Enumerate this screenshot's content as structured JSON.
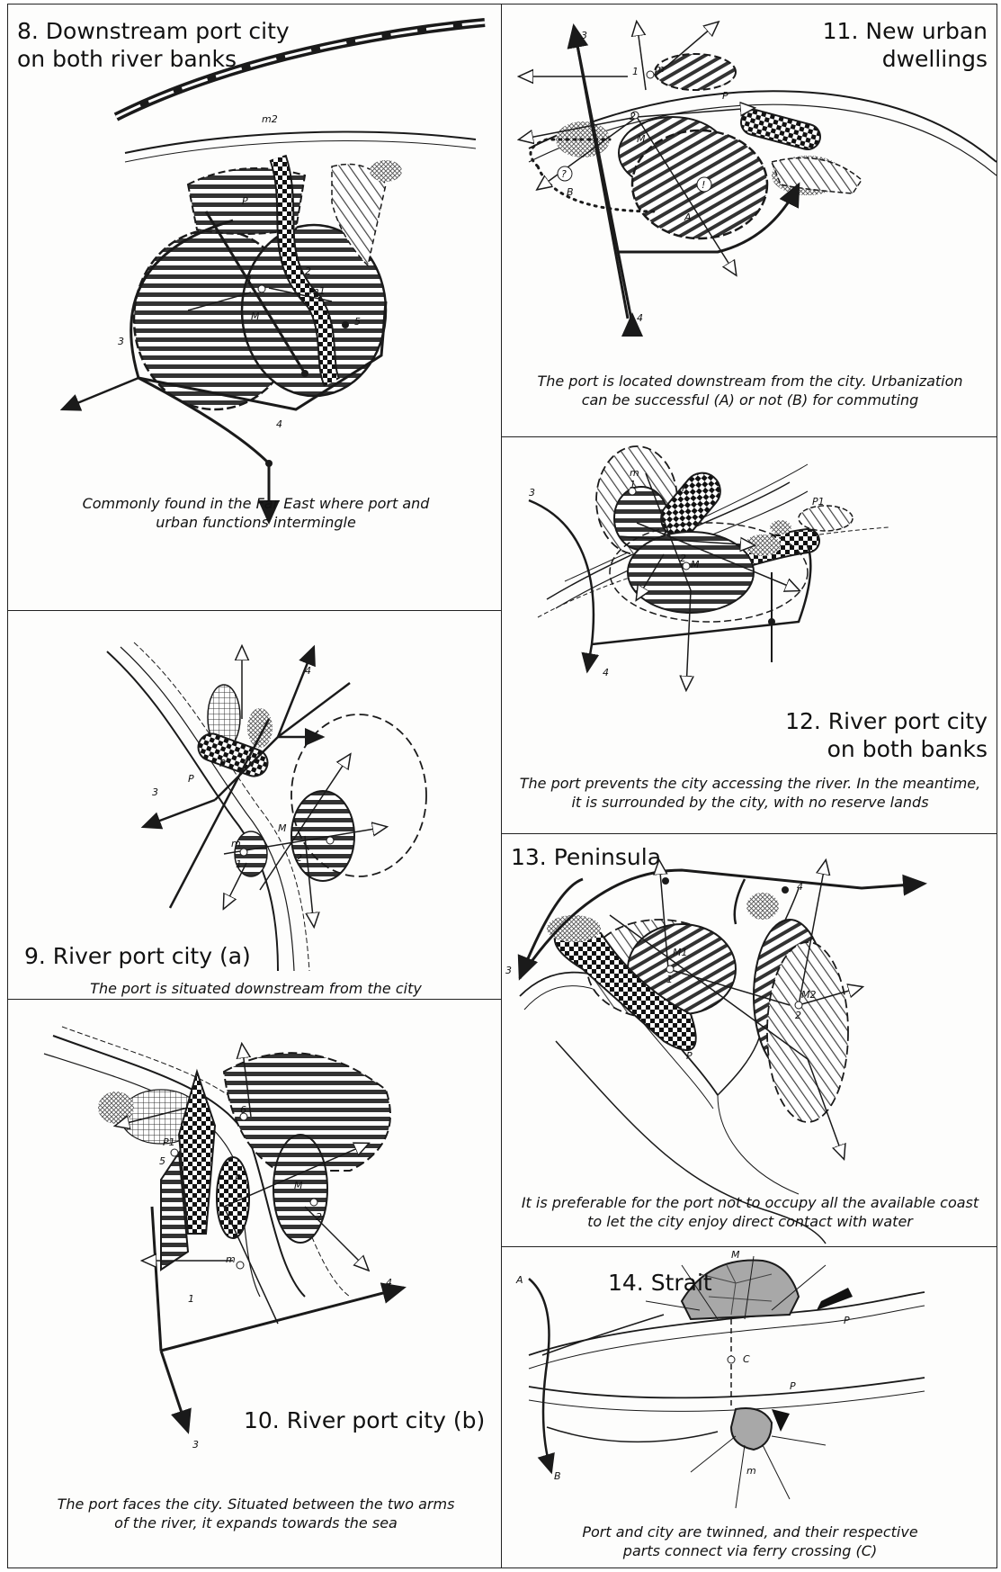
{
  "panels": {
    "p8": {
      "title": "8. Downstream port city\non both river banks",
      "caption": "Commonly found in the Far East where port and\nurban  functions intermingle",
      "labels": {
        "m2": "m2",
        "p": "P",
        "n1": "1",
        "n2": "2",
        "m1": "m1",
        "m": "M",
        "n3": "3",
        "n4": "4",
        "n5": "5"
      }
    },
    "p9": {
      "title": "9. River port city (a)",
      "caption": "The port is situated downstream from the city",
      "labels": {
        "p1": "P",
        "p2": "P",
        "m": "M",
        "ms": "m",
        "n1": "1",
        "n2": "2",
        "n3": "3",
        "n4": "4"
      }
    },
    "p10": {
      "title": "10. River port city (b)",
      "caption": "The port faces the city. Situated between the two arms\nof the river, it expands towards the sea",
      "labels": {
        "p1": "P1",
        "p": "P",
        "m": "M",
        "ms": "m",
        "n1": "1",
        "n2": "2",
        "n3": "3",
        "n4": "4",
        "n5": "5",
        "n6": "6"
      }
    },
    "p11": {
      "title": "11. New urban\ndwellings",
      "caption": "The port is located downstream from the city. Urbanization\ncan be successful (A) or not (B) for commuting",
      "labels": {
        "n3": "3",
        "n1": "1",
        "ms": "m",
        "p": "P",
        "n2": "2",
        "m": "M",
        "q": "?",
        "b": "B",
        "a": "A",
        "ex": "!",
        "n4": "4"
      }
    },
    "p12": {
      "title": "12. River port city\non both banks",
      "caption": "The port prevents the city accessing the river. In the meantime,\nit is surrounded by the city, with no reserve lands",
      "labels": {
        "n3": "3",
        "ms": "m",
        "n1": "1",
        "p": "P",
        "p1": "P1",
        "n2": "2",
        "m": "M",
        "n4": "4"
      }
    },
    "p13": {
      "title": "13. Peninsula",
      "caption": "It is preferable for the port not to occupy all the available coast\nto let the city enjoy direct contact with water",
      "labels": {
        "n3": "3",
        "n4": "4",
        "m1": "M1",
        "n1": "1",
        "m2": "M2",
        "n2": "2",
        "p": "P"
      }
    },
    "p14": {
      "title": "14. Strait",
      "caption": "Port and city are twinned, and their respective\nparts connect via ferry crossing (C)",
      "labels": {
        "a": "A",
        "m": "M",
        "p1": "P",
        "c": "C",
        "p2": "P",
        "ms": "m",
        "b": "B"
      }
    }
  },
  "colors": {
    "ink": "#1a1a1a",
    "border": "#222222",
    "paper": "#fdfdfc"
  }
}
